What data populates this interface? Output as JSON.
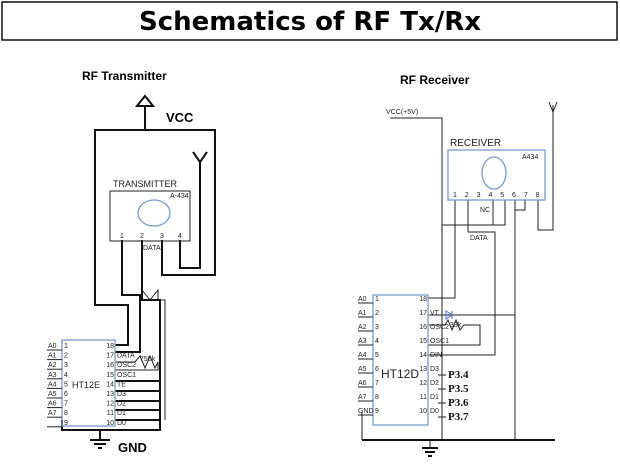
{
  "title": "Schematics of RF Tx/Rx",
  "transmitter": {
    "heading": "RF Transmitter",
    "vcc": "VCC",
    "gnd": "GND",
    "module_label": "TRANSMITTER",
    "module_part": "A-434",
    "module_pins": [
      "1",
      "2",
      "3",
      "4"
    ],
    "data_label": "DATA",
    "chip": "HT12E",
    "left_pins": [
      [
        "A0",
        "1"
      ],
      [
        "A1",
        "2"
      ],
      [
        "A2",
        "3"
      ],
      [
        "A3",
        "4"
      ],
      [
        "A4",
        "5"
      ],
      [
        "A5",
        "6"
      ],
      [
        "A6",
        "7"
      ],
      [
        "A7",
        "8"
      ],
      [
        "",
        "9"
      ]
    ],
    "right_pins": [
      [
        "18",
        ""
      ],
      [
        "17",
        "DATA"
      ],
      [
        "16",
        "OSC2"
      ],
      [
        "15",
        "OSC1"
      ],
      [
        "14",
        "TE"
      ],
      [
        "13",
        "D3"
      ],
      [
        "12",
        "D2"
      ],
      [
        "11",
        "D1"
      ],
      [
        "10",
        "D0"
      ]
    ],
    "resistor": "750k"
  },
  "receiver": {
    "heading": "RF Receiver",
    "vcc": "VCC(+5V)",
    "module_label": "RECEIVER",
    "module_part": "A434",
    "module_pins": [
      "1",
      "2",
      "3",
      "4",
      "5",
      "6",
      "7",
      "8"
    ],
    "nc_label": "NC",
    "data_label": "DATA",
    "chip": "HT12D",
    "left_pins": [
      [
        "A0",
        "1"
      ],
      [
        "A1",
        "2"
      ],
      [
        "A2",
        "3"
      ],
      [
        "A3",
        "4"
      ],
      [
        "A4",
        "5"
      ],
      [
        "A5",
        "6"
      ],
      [
        "A6",
        "7"
      ],
      [
        "A7",
        "8"
      ],
      [
        "GND",
        "9"
      ]
    ],
    "right_pins": [
      [
        "18",
        ""
      ],
      [
        "17",
        "VT"
      ],
      [
        "16",
        "OSC2"
      ],
      [
        "15",
        "OSC1"
      ],
      [
        "14",
        "DIN"
      ],
      [
        "13",
        "D3"
      ],
      [
        "12",
        "D2"
      ],
      [
        "11",
        "D1"
      ],
      [
        "10",
        "D0"
      ]
    ],
    "resistor": "33k",
    "port_labels": [
      "P3.4",
      "P3.5",
      "P3.6",
      "P3.7"
    ]
  }
}
